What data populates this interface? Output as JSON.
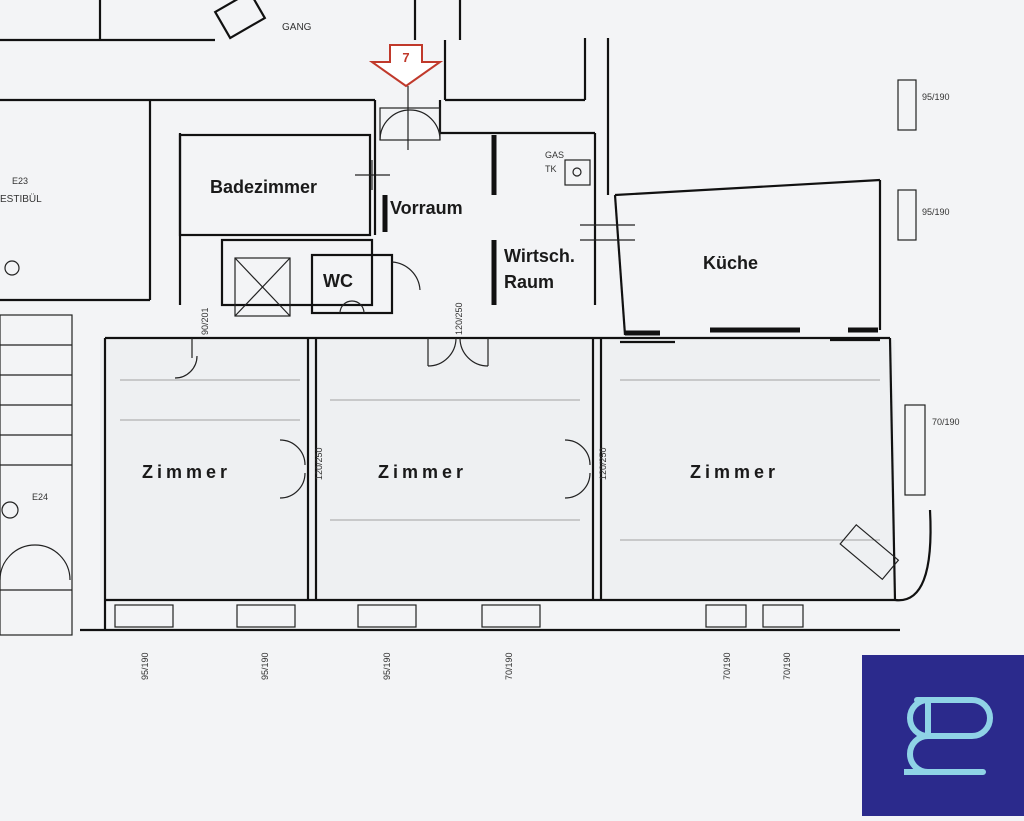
{
  "rooms": {
    "badezimmer": "Badezimmer",
    "vorraum": "Vorraum",
    "wc": "WC",
    "wirtsch_1": "Wirtsch.",
    "wirtsch_2": "Raum",
    "kueche": "Küche",
    "zimmer": "Zimmer"
  },
  "entry_marker": "7",
  "plan_marks": {
    "gang": "GANG",
    "vestibuel": "ESTIBÜL",
    "e23": "E23",
    "e24": "E24",
    "door_90_201": "90/201",
    "door_120_250_a": "120/250",
    "door_120_250_b": "120/250",
    "door_120_250_c": "120/250",
    "w_95_190_a": "95/190",
    "w_95_190_b": "95/190",
    "w_95_190_c": "95/190",
    "w_95_190_d": "95/190",
    "w_95_190_e": "95/190",
    "w_70_190_a": "70/190",
    "w_70_190_b": "70/190",
    "w_70_190_c": "70/190",
    "w_70_190_d": "70/190"
  },
  "colors": {
    "logo_background": "#2b2a8c",
    "logo_mark": "#8fd3e6",
    "entry_arrow": "#c0392b"
  }
}
